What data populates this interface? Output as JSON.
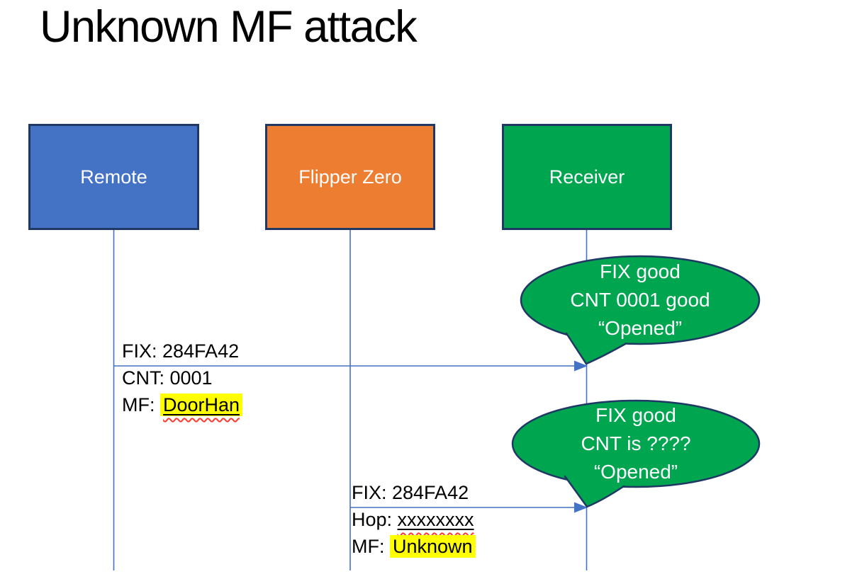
{
  "title": "Unknown MF attack",
  "colors": {
    "accent_blue": "#4472C4",
    "orange": "#ED7D31",
    "green": "#00A550",
    "box_border_navy": "#1F3864",
    "highlight_yellow": "#FFFF00",
    "squiggle_red": "#FF3B30",
    "underline_black": "#000000",
    "text_white": "#FFFFFF",
    "title_black": "#000000"
  },
  "actors": [
    {
      "label": "Remote",
      "fill": "#4472C4"
    },
    {
      "label": "Flipper Zero",
      "fill": "#ED7D31"
    },
    {
      "label": "Receiver",
      "fill": "#00A550"
    }
  ],
  "messages": [
    {
      "from": "Remote",
      "to": "Receiver",
      "line1": "FIX: 284FA42",
      "line2": "CNT: 0001",
      "line3_prefix": "MF: ",
      "line3_highlight": "DoorHan"
    },
    {
      "from": "Flipper Zero",
      "to": "Receiver",
      "line1": "FIX: 284FA42",
      "line2_prefix": "Hop: ",
      "line2_misspelled": "xxxxxxxx",
      "line3_prefix": "MF: ",
      "line3_highlight": "Unknown"
    }
  ],
  "bubbles": [
    {
      "lines": [
        "FIX good",
        "CNT 0001 good",
        "“Opened”"
      ]
    },
    {
      "lines": [
        "FIX good",
        "CNT is ????",
        "“Opened”"
      ]
    }
  ]
}
